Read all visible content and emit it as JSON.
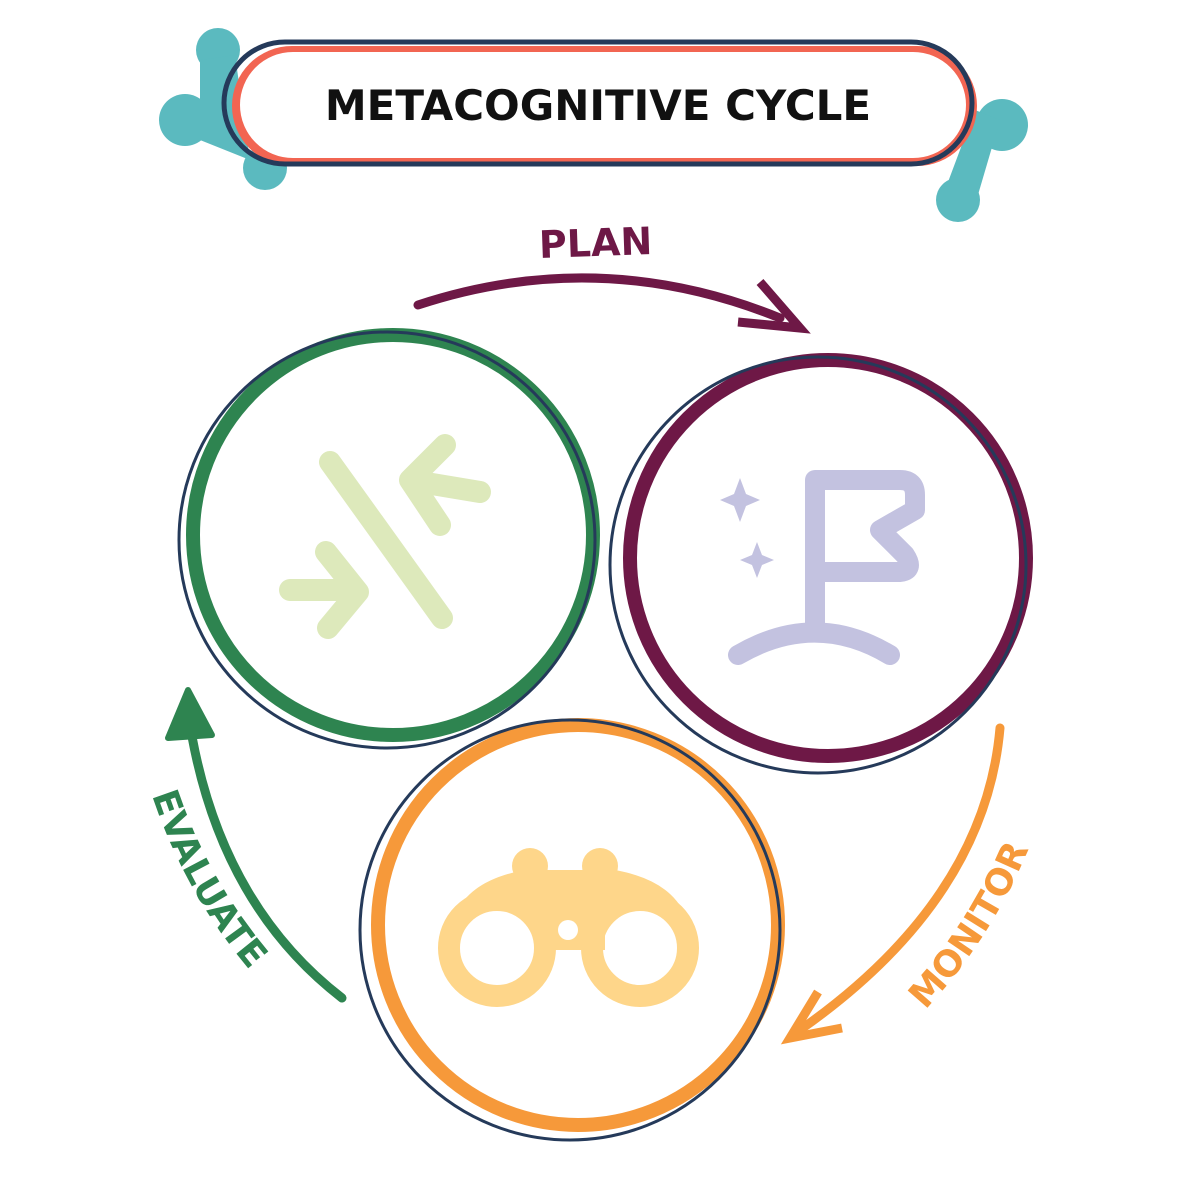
{
  "title": "METACOGNITIVE CYCLE",
  "stages": [
    {
      "label": "PLAN",
      "icon": "flag-icon",
      "color": "#6e1846"
    },
    {
      "label": "MONITOR",
      "icon": "binoculars-icon",
      "color": "#f6993a"
    },
    {
      "label": "EVALUATE",
      "icon": "converge-arrows-icon",
      "color": "#2e8450"
    }
  ],
  "colors": {
    "teal": "#5bbabf",
    "coral": "#f26552",
    "navy": "#253a5a",
    "green": "#2e8450",
    "maroon": "#6e1846",
    "orange": "#f6993a",
    "icon_green": "#dde9bb",
    "icon_lavender": "#c3c2e0",
    "icon_orange": "#fed68a"
  }
}
